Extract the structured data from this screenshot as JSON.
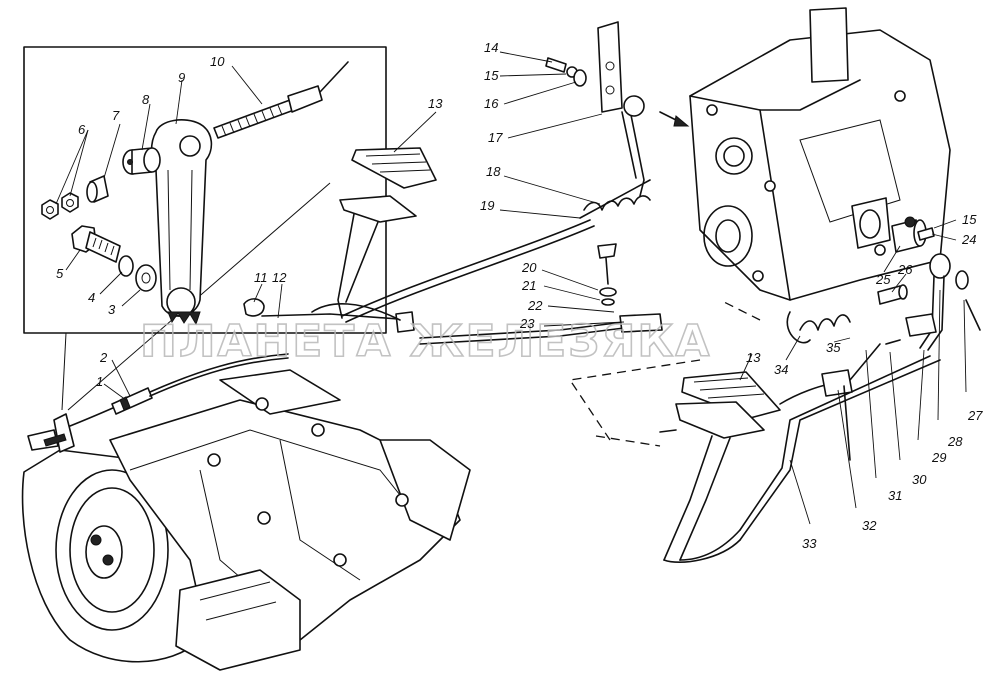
{
  "watermark": "ПЛАНЕТА ЖЕЛЕЗЯКА",
  "callouts": {
    "n1": "1",
    "n2": "2",
    "n3": "3",
    "n4": "4",
    "n5": "5",
    "n6": "6",
    "n7": "7",
    "n8": "8",
    "n9": "9",
    "n10": "10",
    "n11": "11",
    "n12": "12",
    "n13a": "13",
    "n13b": "13",
    "n14": "14",
    "n15a": "15",
    "n15b": "15",
    "n16": "16",
    "n17": "17",
    "n18": "18",
    "n19": "19",
    "n20": "20",
    "n21": "21",
    "n22": "22",
    "n23": "23",
    "n24": "24",
    "n25": "25",
    "n26": "26",
    "n27": "27",
    "n28": "28",
    "n29": "29",
    "n30": "30",
    "n31": "31",
    "n32": "32",
    "n33": "33",
    "n34": "34",
    "n35": "35"
  }
}
